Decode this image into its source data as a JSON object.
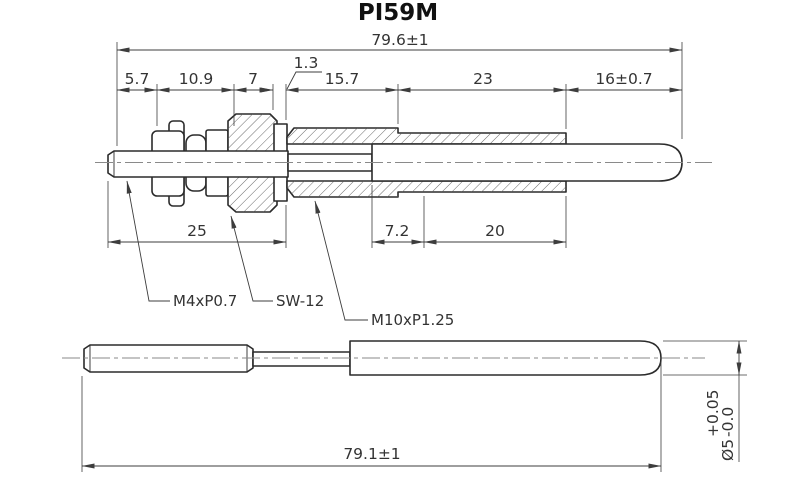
{
  "title": "PI59M",
  "colors": {
    "outline": "#2b2b2b",
    "dimension": "#3d3d3d",
    "background": "#ffffff"
  },
  "upper_view": {
    "overall_dim": "79.6±1",
    "chain_dims": [
      "5.7",
      "10.9",
      "7",
      "1.3",
      "15.7",
      "23",
      "16±0.7"
    ],
    "lower_dims": [
      "25",
      "7.2",
      "20"
    ],
    "callouts": [
      "M4xP0.7",
      "SW-12",
      "M10xP1.25"
    ]
  },
  "lower_view": {
    "overall_dim": "79.1±1",
    "diameter": {
      "base": "Ø5",
      "plus_tol": "+0.05",
      "minus_tol": "-0.0"
    }
  }
}
